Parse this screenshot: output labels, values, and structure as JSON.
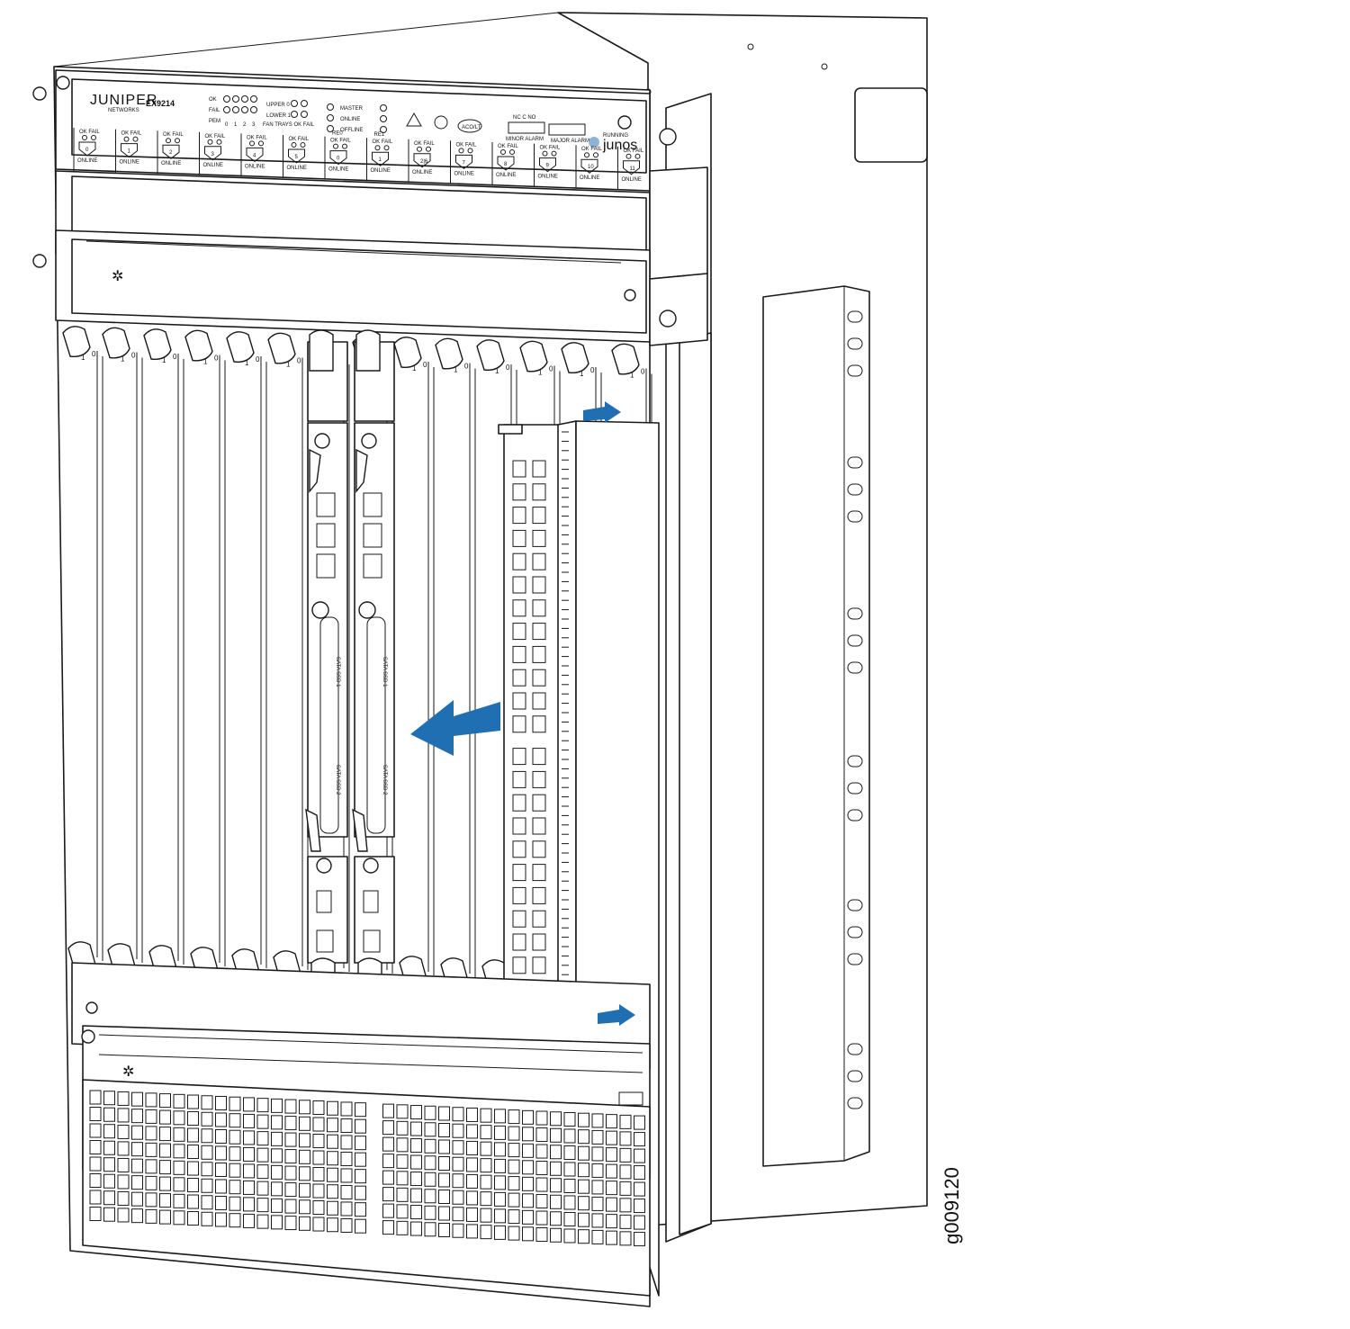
{
  "chassis": {
    "brand": "JUNIPER",
    "brand_sub": "NETWORKS",
    "model": "EX9214",
    "os_badge_small": "RUNNING",
    "os_badge": "junos"
  },
  "status_panel": {
    "rows": [
      "OK",
      "FAIL",
      "PEM"
    ],
    "pem_numbers": [
      "0",
      "1",
      "2",
      "3"
    ],
    "fan_upper": "UPPER 0",
    "fan_lower": "LOWER 1",
    "fan_trays": "FAN TRAYS OK  FAIL",
    "re_status": [
      "MASTER",
      "ONLINE",
      "OFFLINE"
    ],
    "acoalt": "ACO/LT",
    "alarm_terms": "NC  C  NO",
    "minor_alarm": "MINOR ALARM",
    "major_alarm": "MAJOR ALARM"
  },
  "slots": [
    {
      "label": "0"
    },
    {
      "label": "1"
    },
    {
      "label": "2"
    },
    {
      "label": "3"
    },
    {
      "label": "4"
    },
    {
      "label": "5"
    },
    {
      "label": "0",
      "caption": "RE0"
    },
    {
      "label": "1",
      "caption": "RE1"
    },
    {
      "label": "2|6"
    },
    {
      "label": "7"
    },
    {
      "label": "8"
    },
    {
      "label": "9"
    },
    {
      "label": "10"
    },
    {
      "label": "11"
    }
  ],
  "slot_text": {
    "ok_fail": "OK  FAIL",
    "online": "ONLINE"
  },
  "ejector_marks": {
    "one": "1",
    "zero": "0"
  },
  "re_module": {
    "ssd1": "SATA SSD 1",
    "ssd2": "SATA SSD 2"
  },
  "figure_id": "g009120",
  "colors": {
    "accent_arrow": "#1f6fb2",
    "line": "#1a1a1a"
  }
}
